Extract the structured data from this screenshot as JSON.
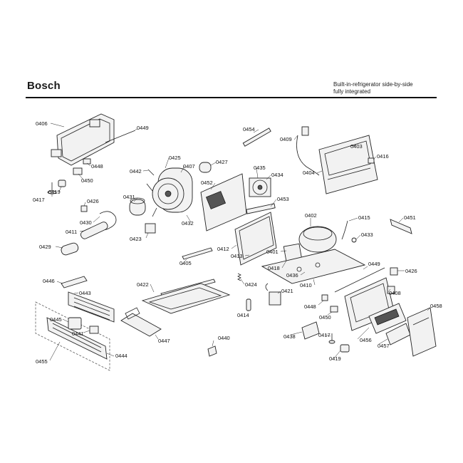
{
  "header": {
    "brand": "Bosch",
    "description_line1": "Built-in-refrigerator side-by-side",
    "description_line2": "fully integrated"
  },
  "labels": {
    "l0406": "0406",
    "l0449a": "0449",
    "l0448a": "0448",
    "l0450a": "0450",
    "l0417a": "0417",
    "l0419a": "0419",
    "l0426a": "0426",
    "l0430": "0430",
    "l0411": "0411",
    "l0429": "0429",
    "l0442": "0442",
    "l0425": "0425",
    "l0407": "0407",
    "l0427": "0427",
    "l0431": "0431",
    "l0423": "0423",
    "l0432": "0432",
    "l0452": "0452",
    "l0454": "0454",
    "l0409": "0409",
    "l0435": "0435",
    "l0434": "0434",
    "l0453": "0453",
    "l0403": "0403",
    "l0416": "0416",
    "l0404": "0404",
    "l0412": "0412",
    "l0413": "0413",
    "l0402": "0402",
    "l0415": "0415",
    "l0451": "0451",
    "l0433": "0433",
    "l0401": "0401",
    "l0418": "0418",
    "l0436": "0436",
    "l0410": "0410",
    "l0405": "0405",
    "l0422": "0422",
    "l0424": "0424",
    "l0449b": "0449",
    "l0426b": "0426",
    "l0408": "0408",
    "l0446": "0446",
    "l0443": "0443",
    "l0421": "0421",
    "l0414": "0414",
    "l0448b": "0448",
    "l0450b": "0450",
    "l0445": "0445",
    "l0441": "0441",
    "l0447": "0447",
    "l0458": "0458",
    "l0438": "0438",
    "l0417b": "0417",
    "l0456": "0456",
    "l0457": "0457",
    "l0440": "0440",
    "l0455": "0455",
    "l0444": "0444",
    "l0419b": "0419"
  }
}
